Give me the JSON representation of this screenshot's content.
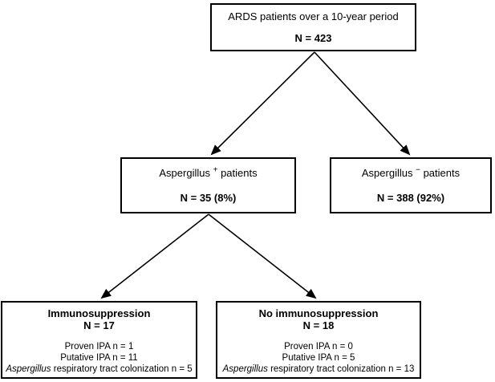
{
  "palette": {
    "background": "#ffffff",
    "stroke": "#000000",
    "text": "#000000"
  },
  "flowchart": {
    "root": {
      "line1": "ARDS patients over a 10-year period",
      "count": "N = 423"
    },
    "aspergillus_positive": {
      "name": "Aspergillus",
      "sign": "+",
      "rest": "patients",
      "count": "N = 35 (8%)"
    },
    "aspergillus_negative": {
      "name": "Aspergillus",
      "sign": "−",
      "rest": "patients",
      "count": "N = 388 (92%)"
    },
    "immunosuppression": {
      "title": "Immunosuppression",
      "count": "N = 17",
      "detail_lines": [
        "Proven IPA n = 1",
        "Putative IPA n = 11"
      ],
      "colonization_italic": "Aspergillus",
      "colonization_rest": " respiratory tract colonization n = 5"
    },
    "no_immunosuppression": {
      "title": "No immunosuppression",
      "count": "N = 18",
      "detail_lines": [
        "Proven IPA n = 0",
        "Putative IPA n = 5"
      ],
      "colonization_italic": "Aspergillus",
      "colonization_rest": " respiratory tract colonization n = 13"
    }
  }
}
